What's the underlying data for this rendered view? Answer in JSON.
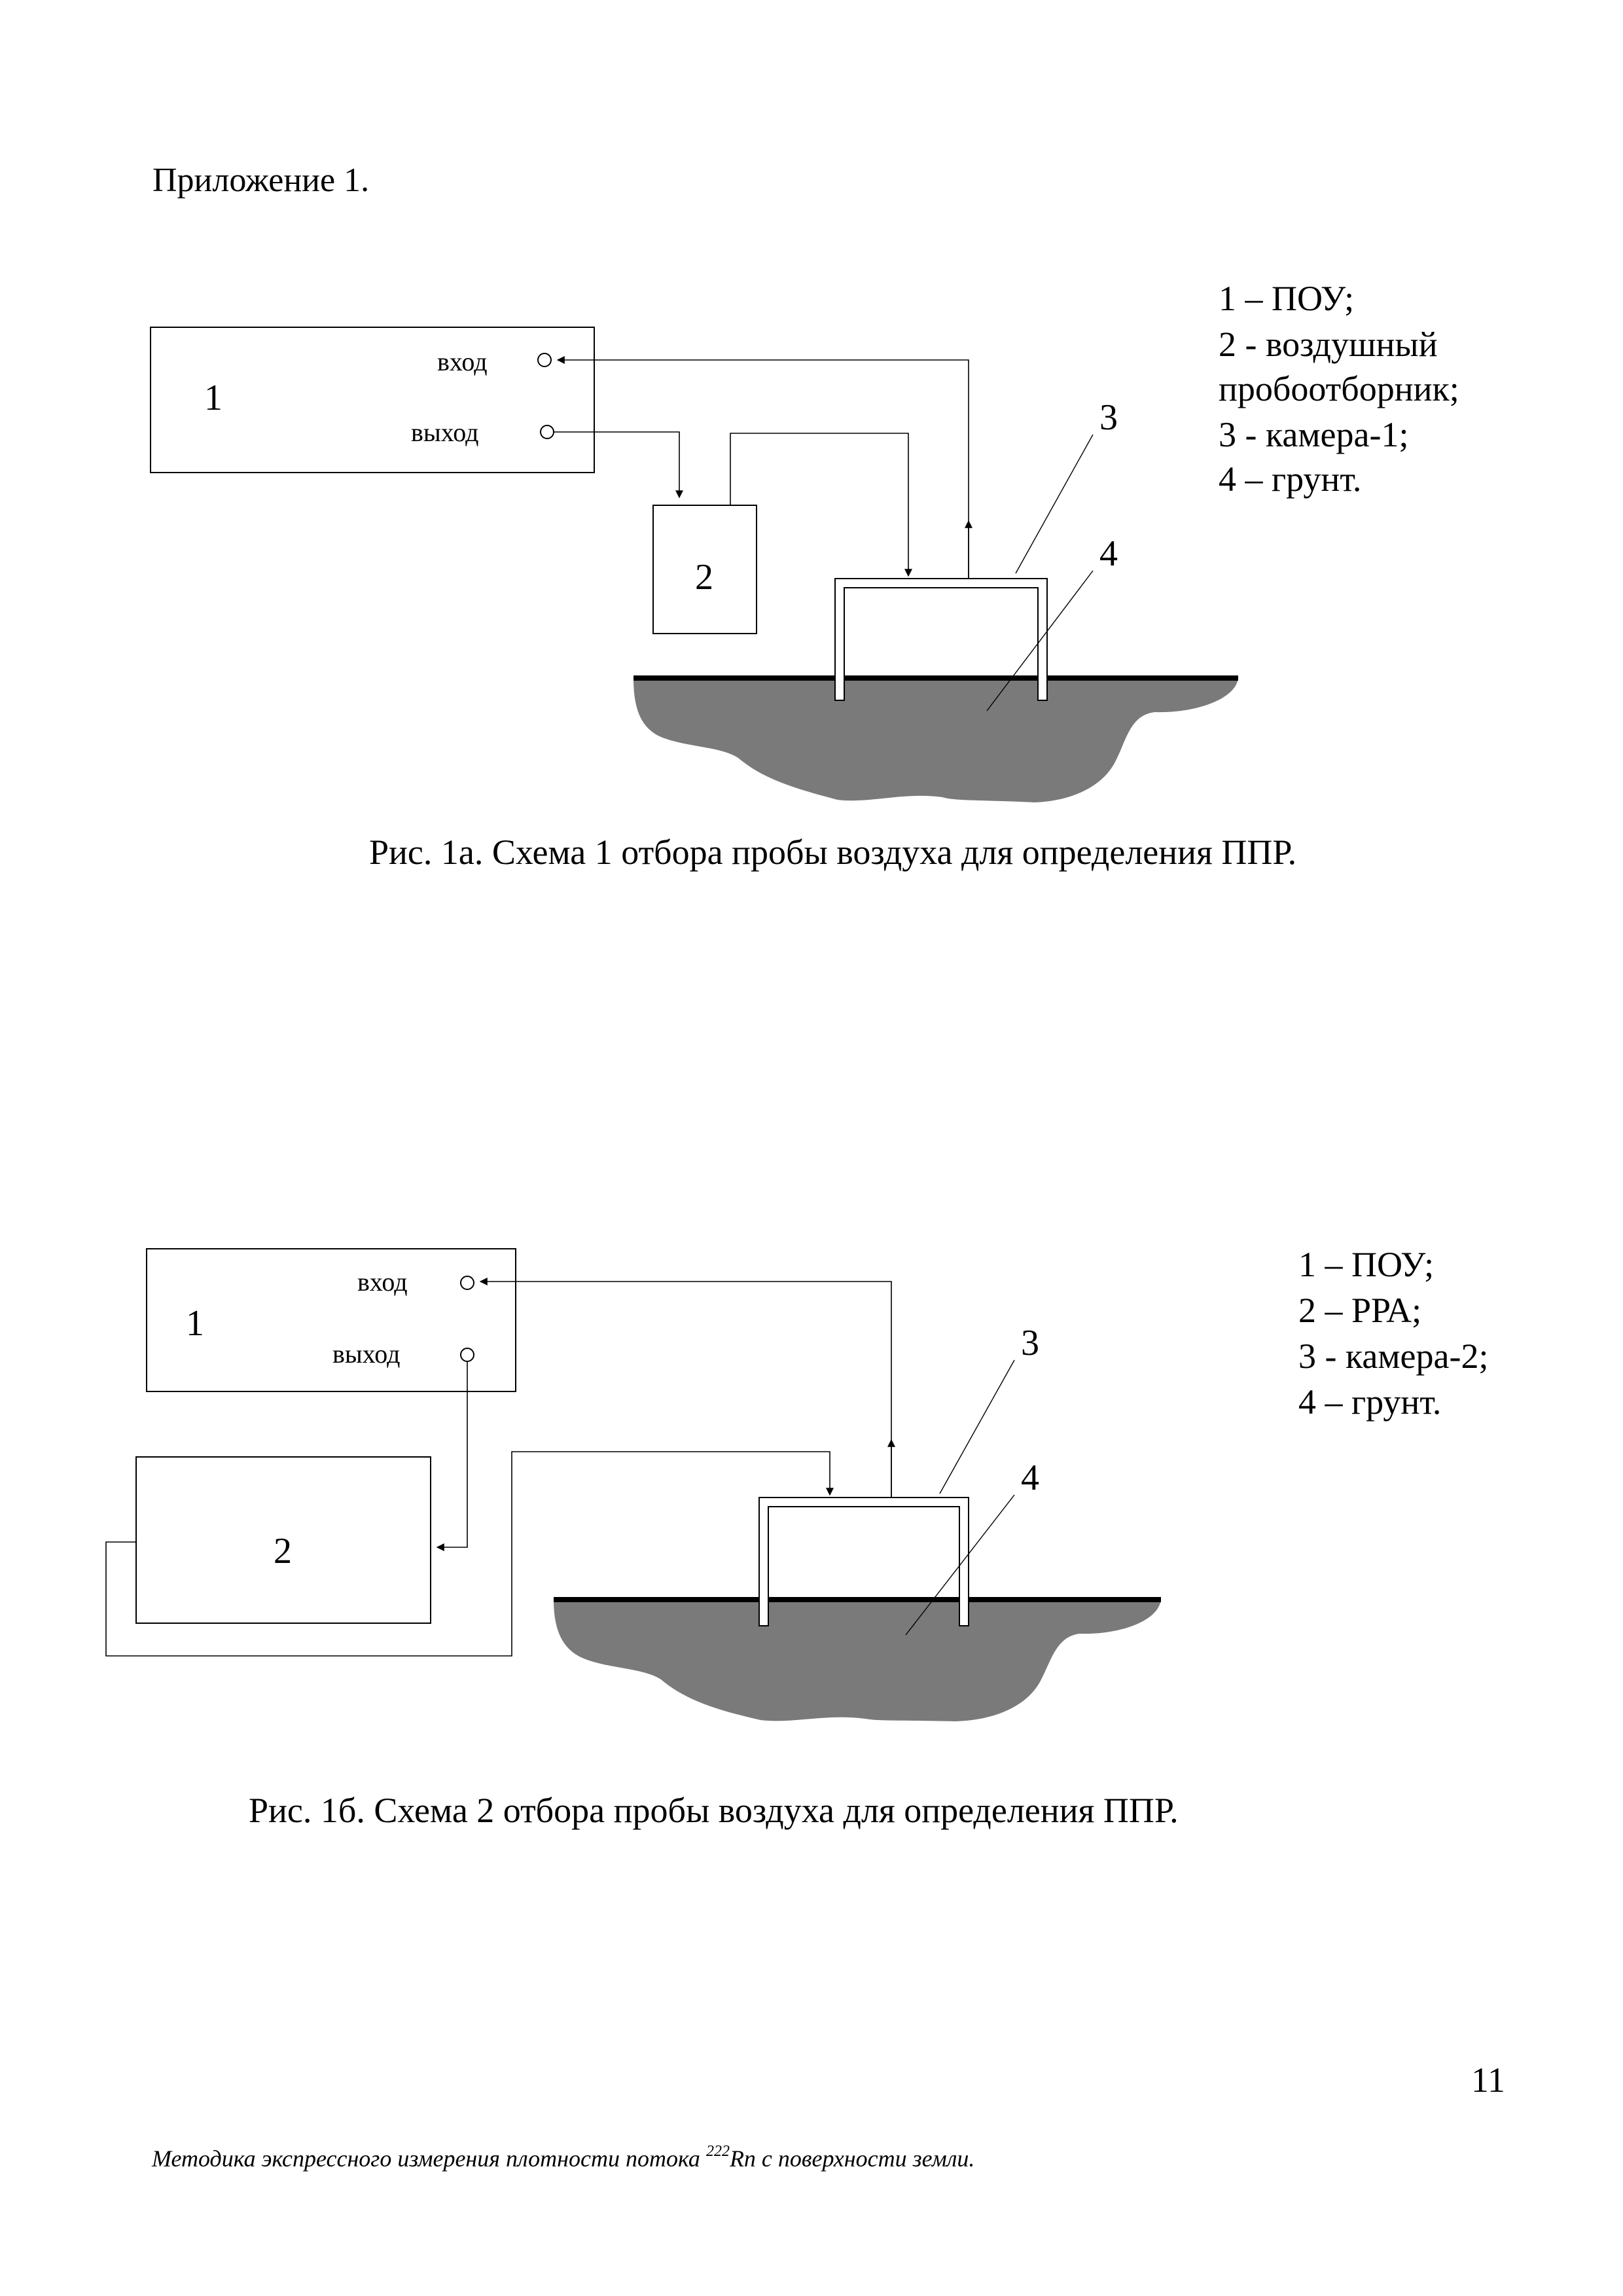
{
  "heading": "Приложение 1.",
  "figure1": {
    "device1_number": "1",
    "port_in_label": "вход",
    "port_out_label": "выход",
    "device2_number": "2",
    "callout3": "3",
    "callout4": "4",
    "legend": [
      "1 – ПОУ;",
      "2 - воздушный",
      "пробоотборник;",
      "3 - камера-1;",
      "4 – грунт."
    ],
    "caption": "Рис. 1а. Схема 1 отбора пробы воздуха для определения ППР."
  },
  "figure2": {
    "device1_number": "1",
    "port_in_label": "вход",
    "port_out_label": "выход",
    "device2_number": "2",
    "callout3": "3",
    "callout4": "4",
    "legend": [
      "1 – ПОУ;",
      "2 – РРА;",
      "3 - камера-2;",
      "4 – грунт."
    ],
    "caption": "Рис. 1б. Схема 2 отбора пробы воздуха для определения ППР."
  },
  "page_number": "11",
  "footer": {
    "text_before": "Методика экспрессного измерения плотности потока ",
    "superscript": "222",
    "text_after": "Rn с поверхности земли."
  },
  "colors": {
    "ground": "#7a7a7a",
    "line": "#000000",
    "paper": "#ffffff"
  }
}
